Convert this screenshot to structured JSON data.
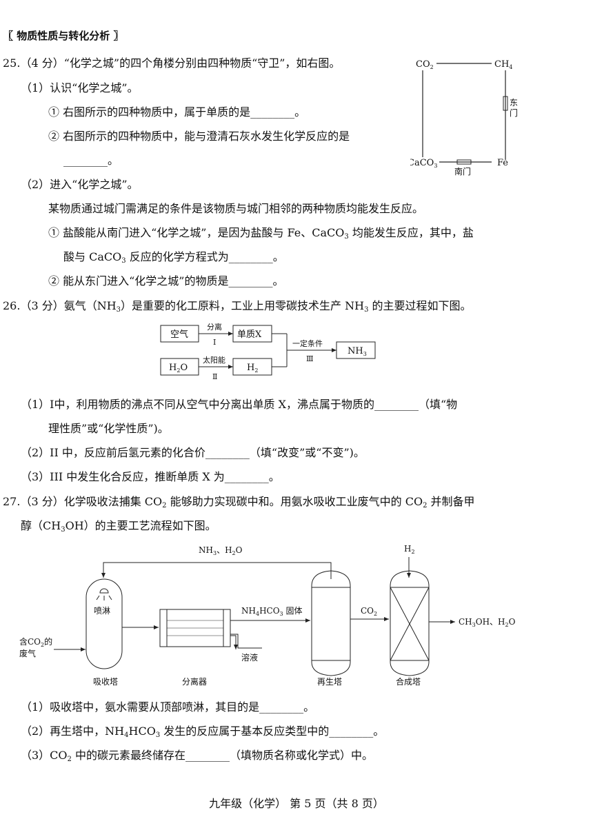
{
  "section": "〖 物质性质与转化分析 〗",
  "q25": {
    "head": "25.（4 分）“化学之城”的四个角楼分别由四种物质“守卫”，如右图。",
    "p1": "（1）认识“化学之城”。",
    "p1a": "① 右图所示的四种物质中，属于单质的是________。",
    "p1b": "② 右图所示的四种物质中，能与澄清石灰水发生化学反应的是",
    "p1b2": "________。",
    "p2": "（2）进入“化学之城”。",
    "p2t": "某物质通过城门需满足的条件是该物质与城门相邻的两种物质均能发生反应。",
    "p2a_1": "① 盐酸能从南门进入“化学之城”，是因为盐酸与 Fe、CaCO",
    "p2a_2": " 均能发生反应，其中，盐",
    "p2a2_1": "酸与 CaCO",
    "p2a2_2": " 反应的化学方程式为________。",
    "p2b": "② 能从东门进入“化学之城”的物质是________。",
    "diagram": {
      "co2_a": "CO",
      "co2_b": "2",
      "ch4_a": "CH",
      "ch4_b": "4",
      "caco3_a": "CaCO",
      "caco3_b": "3",
      "fe": "Fe",
      "east_1": "东",
      "east_2": "门",
      "south": "南门"
    }
  },
  "q26": {
    "head_1": "26.（3 分）氨气（NH",
    "head_2": "）是重要的化工原料，工业上用零碳技术生产 NH",
    "head_3": " 的主要过程如下图。",
    "flow": {
      "air": "空气",
      "sep": "分离",
      "I": "Ⅰ",
      "x": "单质X",
      "h2o_a": "H",
      "h2o_b": "2",
      "h2o_c": "O",
      "solar": "太阳能",
      "II": "Ⅱ",
      "h2_a": "H",
      "h2_b": "2",
      "cond": "一定条件",
      "III": "Ⅲ",
      "nh3_a": "NH",
      "nh3_b": "3"
    },
    "p1": "（1）Ⅰ中，利用物质的沸点不同从空气中分离出单质 X，沸点属于物质的________（填“物",
    "p1b": "理性质”或“化学性质”)。",
    "p2": "（2）II 中，反应前后氢元素的化合价________（填“改变”或“不变”)。",
    "p3": "（3）III 中发生化合反应，推断单质 X 为________。"
  },
  "q27": {
    "head_1": "27.（3 分）化学吸收法捕集 CO",
    "head_2": " 能够助力实现碳中和。用氨水吸收工业废气中的 CO",
    "head_3": " 并制备甲",
    "head2_1": "醇（CH",
    "head2_2": "OH）的主要工艺流程如下图。",
    "proc": {
      "top_a": "NH",
      "top_b": "3",
      "top_c": "、H",
      "top_d": "2",
      "top_e": "O",
      "h2_a": "H",
      "h2_b": "2",
      "spray": "喷淋",
      "in_1a": "含CO",
      "in_1b": "2",
      "in_1c": "的",
      "in_2": "废气",
      "solid_a": "NH",
      "solid_b": "4",
      "solid_c": "HCO",
      "solid_d": "3",
      "solid_e": " 固体",
      "co2_a": "CO",
      "co2_b": "2",
      "out_a": "CH",
      "out_b": "3",
      "out_c": "OH、H",
      "out_d": "2",
      "out_e": "O",
      "sol": "溶液",
      "absorber": "吸收塔",
      "separator": "分离器",
      "regen": "再生塔",
      "synth": "合成塔"
    },
    "p1": "（1）吸收塔中，氨水需要从顶部喷淋，其目的是________。",
    "p2_1": "（2）再生塔中，NH",
    "p2_2": "HCO",
    "p2_3": " 发生的反应属于基本反应类型中的________。",
    "p3_1": "（3）CO",
    "p3_2": " 中的碳元素最终储存在________（填物质名称或化学式）中。"
  },
  "subs": {
    "two": "2",
    "three": "3",
    "four": "4"
  },
  "footer": "九年级（化学） 第 5 页（共 8 页）"
}
